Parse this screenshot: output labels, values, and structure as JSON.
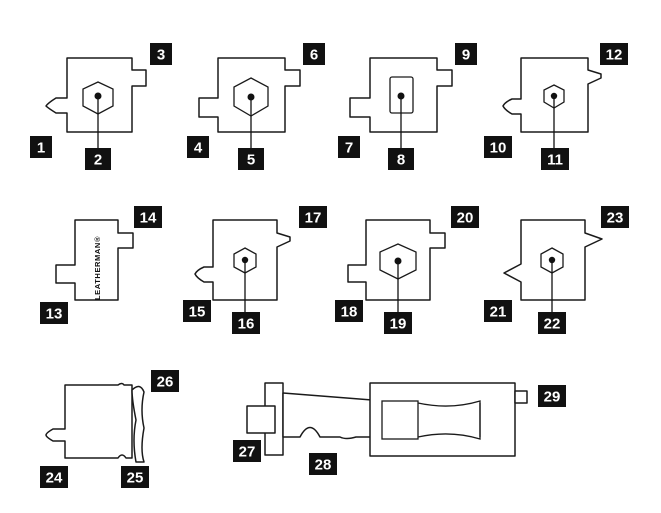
{
  "brand_text": "LEATHERMAN®",
  "callouts": {
    "c1": "1",
    "c2": "2",
    "c3": "3",
    "c4": "4",
    "c5": "5",
    "c6": "6",
    "c7": "7",
    "c8": "8",
    "c9": "9",
    "c10": "10",
    "c11": "11",
    "c12": "12",
    "c13": "13",
    "c14": "14",
    "c15": "15",
    "c16": "16",
    "c17": "17",
    "c18": "18",
    "c19": "19",
    "c20": "20",
    "c21": "21",
    "c22": "22",
    "c23": "23",
    "c24": "24",
    "c25": "25",
    "c26": "26",
    "c27": "27",
    "c28": "28",
    "c29": "29"
  },
  "colors": {
    "ink": "#111111",
    "label_text": "#ffffff",
    "background": "#ffffff"
  }
}
